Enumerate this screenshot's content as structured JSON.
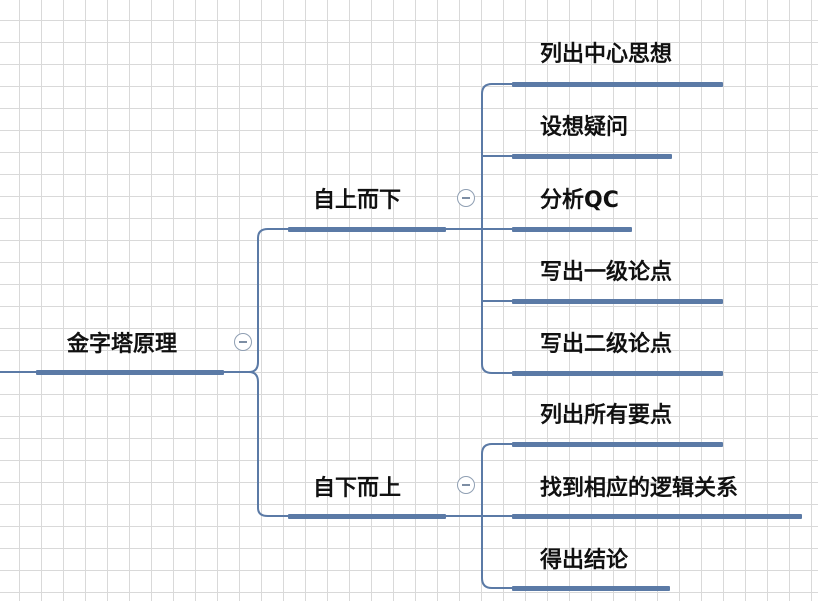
{
  "diagram": {
    "root": {
      "label": "金字塔原理"
    },
    "branches": [
      {
        "label": "自上而下",
        "children": [
          "列出中心思想",
          "设想疑问",
          "分析QC",
          "写出一级论点",
          "写出二级论点"
        ]
      },
      {
        "label": "自下而上",
        "children": [
          "列出所有要点",
          "找到相应的逻辑关系",
          "得出结论"
        ]
      }
    ]
  },
  "colors": {
    "connector": "#5b7aa6",
    "underline": "#5b7aa6",
    "grid": "#d9d9d9",
    "text": "#111111"
  },
  "icons": {
    "collapse": "minus-circle-icon"
  }
}
